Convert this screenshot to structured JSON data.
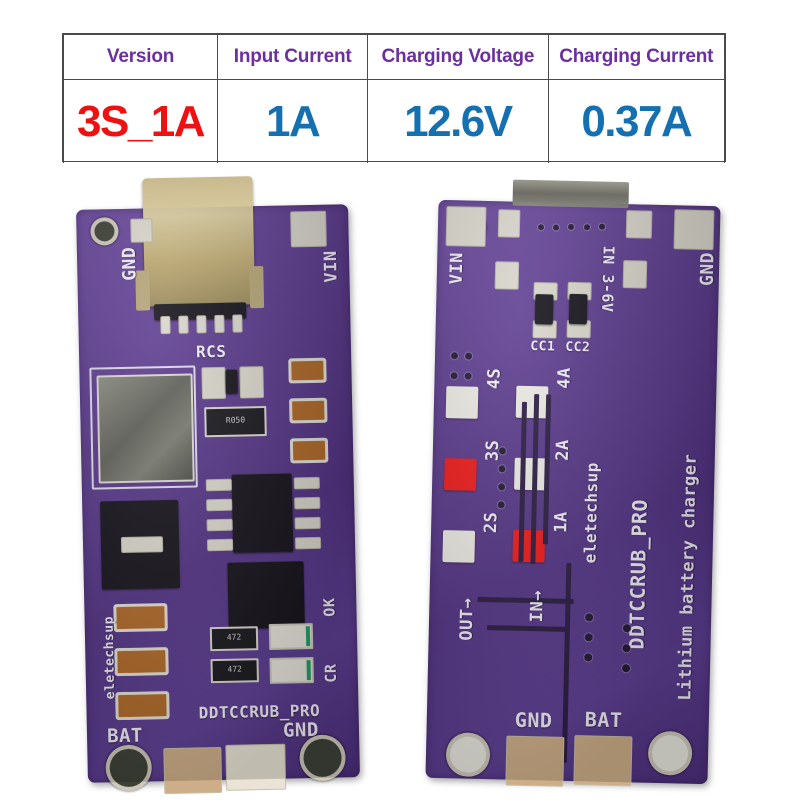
{
  "spec_table": {
    "headers": [
      "Version",
      "Input Current",
      "Charging Voltage",
      "Charging Current"
    ],
    "values": [
      "3S_1A",
      "1A",
      "12.6V",
      "0.37A"
    ],
    "header_color": "#6b2fa0",
    "version_color": "#ee1111",
    "value_color": "#1570b0"
  },
  "photo": {
    "board_color": "#5d3d8f",
    "front": {
      "silk": {
        "gnd_top": "GND",
        "vin_top": "VIN",
        "rcs": "RCS",
        "resistor_marking": "R050",
        "brand": "eletechsup",
        "ok": "OK",
        "cr": "CR",
        "res_472_a": "472",
        "res_472_b": "472",
        "part_number": "DDTCCRUB_PRO",
        "bat": "BAT",
        "gnd_bottom": "GND"
      }
    },
    "back": {
      "silk": {
        "vin": "VIN",
        "in_3_6v": "IN 3-6V",
        "gnd_top": "GND",
        "cc1": "CC1",
        "cc2": "CC2",
        "brand": "eletechsup",
        "part_number": "DDTCCRUB_PRO",
        "description": "Lithium battery charger",
        "out_arrow": "OUT→",
        "in_arrow": "IN→",
        "gnd_bottom": "GND",
        "bat_bottom": "BAT"
      },
      "cell_selector": {
        "options": [
          "4S",
          "3S",
          "2S"
        ],
        "selected": "3S"
      },
      "current_selector": {
        "options": [
          "4A",
          "2A",
          "1A"
        ],
        "selected": "1A"
      },
      "selected_color": "#ee1b1b",
      "unselected_color": "#eceae3"
    }
  }
}
